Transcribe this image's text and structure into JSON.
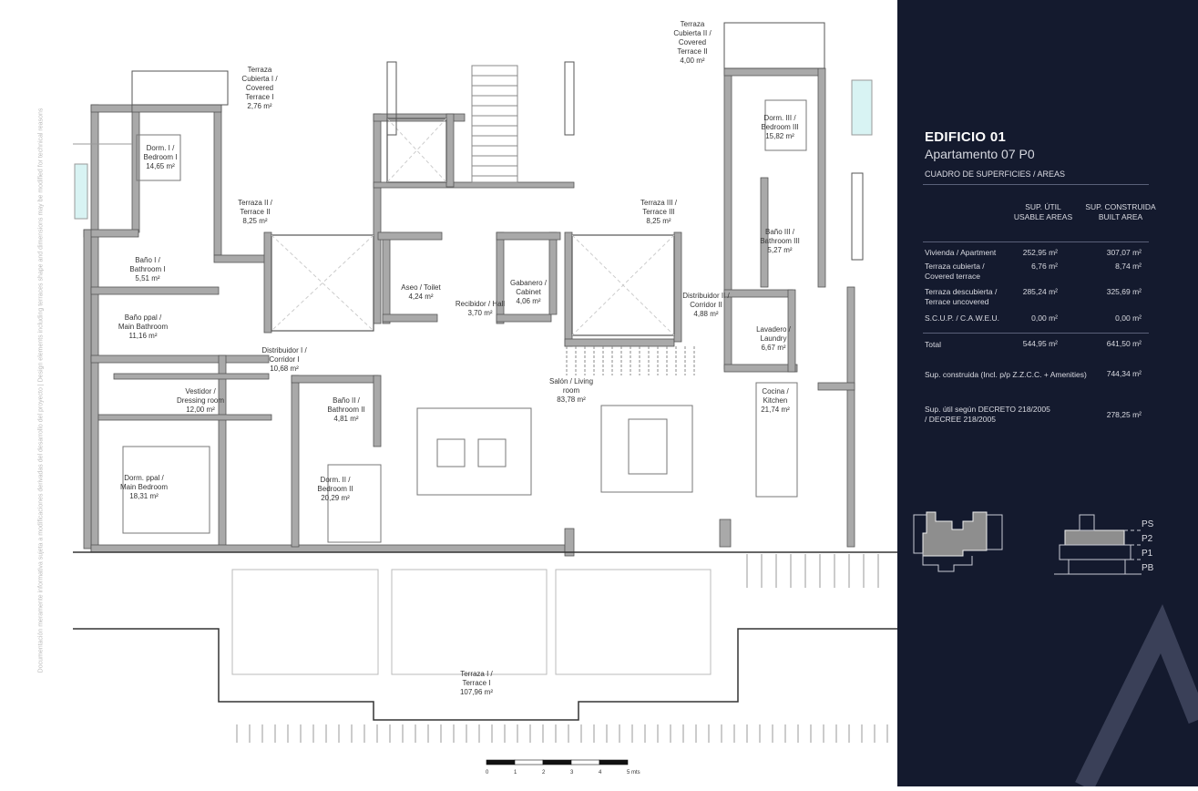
{
  "side_note": "Documentación meramente informativa sujeta a modificaciones derivadas del desarrollo del proyecto | Design elements including terraces shape and dimensions may be modified for technical reasons",
  "rooms": [
    {
      "id": "terraza-cubierta-i",
      "text": "Terraza\nCubierta I /\nCovered\nTerrace I\n2,76 m²"
    },
    {
      "id": "dorm-i",
      "text": "Dorm. I /\nBedroom I\n14,65 m²"
    },
    {
      "id": "terraza-ii",
      "text": "Terraza II /\nTerrace II\n8,25 m²"
    },
    {
      "id": "bano-i",
      "text": "Baño I /\nBathroom I\n5,51 m²"
    },
    {
      "id": "bano-ppal",
      "text": "Baño ppal /\nMain Bathroom\n11,16 m²"
    },
    {
      "id": "distribuidor-i",
      "text": "Distribuidor I /\nCorridor I\n10,68 m²"
    },
    {
      "id": "vestidor",
      "text": "Vestidor /\nDressing room\n12,00 m²"
    },
    {
      "id": "dorm-ppal",
      "text": "Dorm. ppal /\nMain Bedroom\n18,31 m²"
    },
    {
      "id": "bano-ii",
      "text": "Baño II /\nBathroom II\n4,81 m²"
    },
    {
      "id": "dorm-ii",
      "text": "Dorm. II /\nBedroom II\n20,29 m²"
    },
    {
      "id": "aseo",
      "text": "Aseo / Toilet\n4,24 m²"
    },
    {
      "id": "recibidor",
      "text": "Recibidor / Hall\n3,70 m²"
    },
    {
      "id": "gabanero",
      "text": "Gabanero /\nCabinet\n4,06 m²"
    },
    {
      "id": "terraza-iii",
      "text": "Terraza III /\nTerrace III\n8,25 m²"
    },
    {
      "id": "terraza-cubierta-ii",
      "text": "Terraza\nCubierta II /\nCovered\nTerrace II\n4,00 m²"
    },
    {
      "id": "dorm-iii",
      "text": "Dorm. III /\nBedroom III\n15,82 m²"
    },
    {
      "id": "bano-iii",
      "text": "Baño III /\nBathroom III\n5,27 m²"
    },
    {
      "id": "distribuidor-ii",
      "text": "Distribuidor II /\nCorridor II\n4,88 m²"
    },
    {
      "id": "lavadero",
      "text": "Lavadero /\nLaundry\n6,67 m²"
    },
    {
      "id": "cocina",
      "text": "Cocina /\nKitchen\n21,74 m²"
    },
    {
      "id": "salon",
      "text": "Salón / Living\nroom\n83,78 m²"
    },
    {
      "id": "terraza-i",
      "text": "Terraza I /\nTerrace I\n107,96 m²"
    }
  ],
  "scale_bar": {
    "ticks": [
      "0",
      "1",
      "2",
      "3",
      "4",
      "5 mts"
    ]
  },
  "panel": {
    "building": "EDIFICIO 01",
    "apartment": "Apartamento 07 P0",
    "section": "CUADRO DE SUPERFICIES / AREAS",
    "col_usable": "SUP. ÚTIL\nUSABLE AREAS",
    "col_built": "SUP. CONSTRUIDA\nBUILT AREA",
    "rows": [
      {
        "label": "Vivienda / Apartment",
        "usable": "252,95 m²",
        "built": "307,07 m²"
      },
      {
        "label": "Terraza cubierta /\nCovered terrace",
        "usable": "6,76 m²",
        "built": "8,74 m²"
      },
      {
        "label": "Terraza descubierta /\nTerrace uncovered",
        "usable": "285,24 m²",
        "built": "325,69 m²"
      },
      {
        "label": "S.C.U.P. / C.A.W.E.U.",
        "usable": "0,00 m²",
        "built": "0,00 m²"
      }
    ],
    "total": {
      "label": "Total",
      "usable": "544,95 m²",
      "built": "641,50 m²"
    },
    "built_incl": {
      "label": "Sup. construida (Incl. p/p Z.Z.C.C. + Amenities)",
      "value": "744,34 m²"
    },
    "decree": {
      "label": "Sup. útil según DECRETO 218/2005\n/ DECREE 218/2005",
      "value": "278,25 m²"
    },
    "levels": [
      "PS",
      "P2",
      "P1",
      "PB"
    ],
    "colors": {
      "background": "#141a2e",
      "highlight": "#8e8e8e",
      "wall": "#a9a9a9"
    }
  }
}
